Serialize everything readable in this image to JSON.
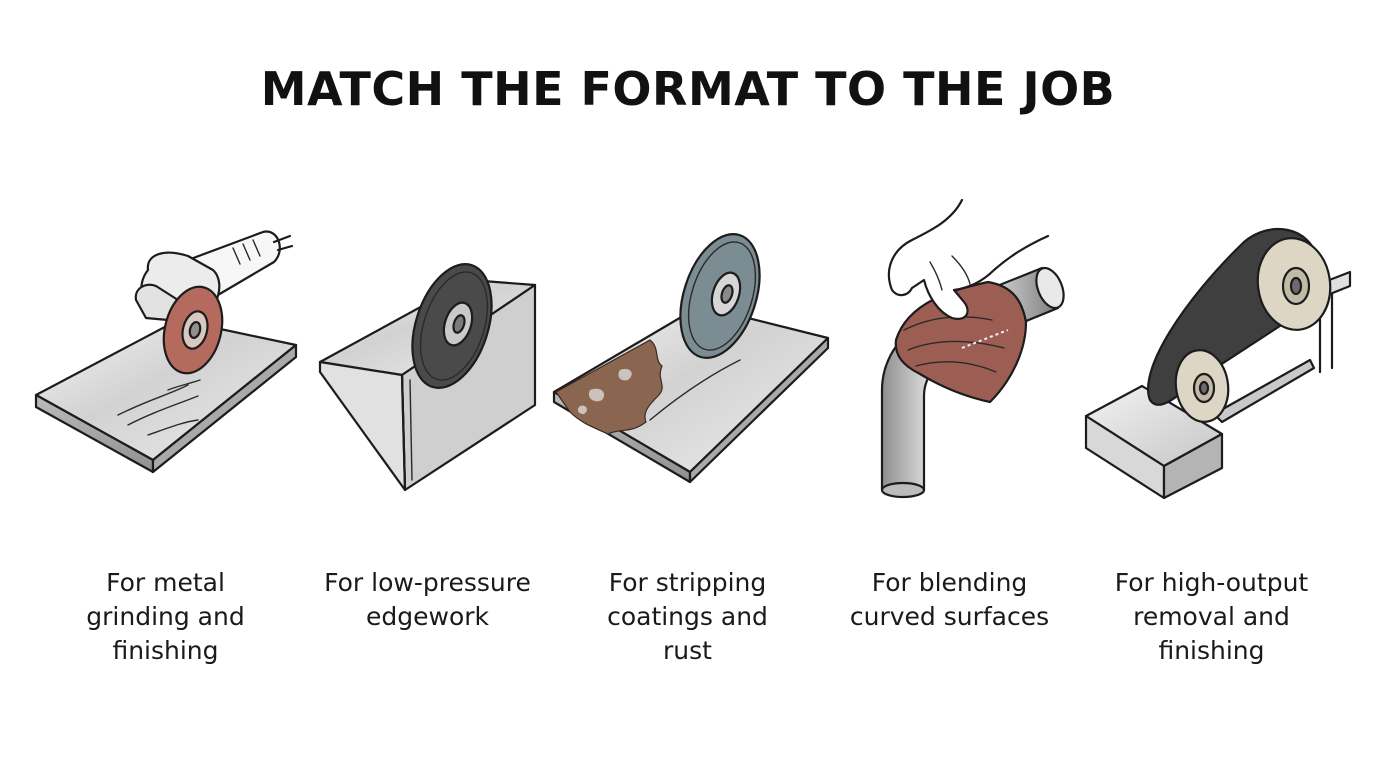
{
  "title": "MATCH THE FORMAT TO THE JOB",
  "panels": [
    {
      "icon": "angle-grinder-on-metal-plate-icon",
      "lines": [
        "For metal",
        "grinding and",
        "finishing"
      ]
    },
    {
      "icon": "wheel-on-metal-edge-icon",
      "lines": [
        "For low-pressure",
        "edgework"
      ]
    },
    {
      "icon": "wheel-stripping-rusty-plate-icon",
      "lines": [
        "For stripping",
        "coatings and",
        "rust"
      ]
    },
    {
      "icon": "hand-sanding-curved-pipe-icon",
      "lines": [
        "For blending",
        "curved surfaces"
      ]
    },
    {
      "icon": "belt-sander-on-block-icon",
      "lines": [
        "For high-output",
        "removal and",
        "finishing"
      ]
    }
  ],
  "colors": {
    "metal_light": "#e8e8e8",
    "metal_mid": "#bdbdbd",
    "disc_red": "#b56a5e",
    "disc_dark": "#4a4a4a",
    "disc_blue": "#7b8d93",
    "rust": "#8a6650",
    "belt_dark": "#3f3f3f",
    "wheel_cream": "#ddd6c4",
    "ink": "#1c1c1c"
  }
}
